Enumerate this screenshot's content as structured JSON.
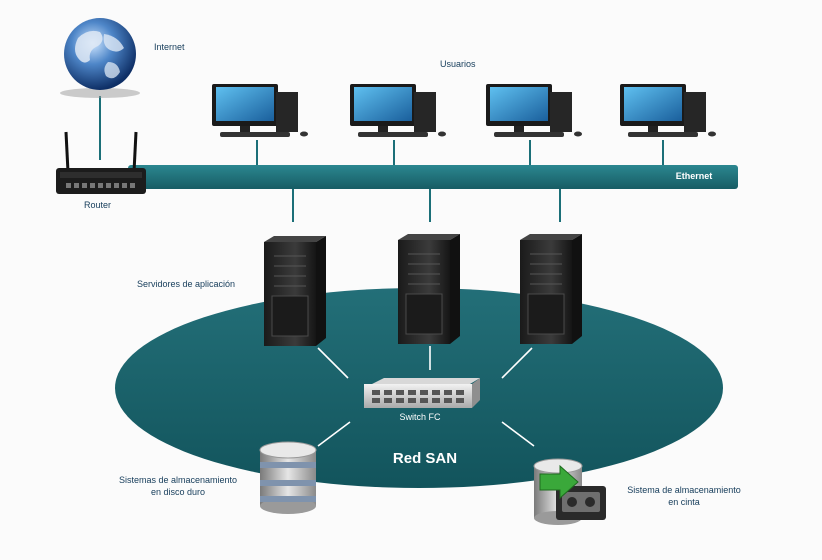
{
  "labels": {
    "internet": "Internet",
    "usuarios": "Usuarios",
    "router": "Router",
    "ethernet": "Ethernet",
    "servidores": "Servidores de aplicación",
    "switch": "Switch FC",
    "red_san": "Red SAN",
    "disco_line1": "Sistemas de almacenamiento",
    "disco_line2": "en disco duro",
    "cinta_line1": "Sistema de almacenamiento",
    "cinta_line2": "en cinta"
  },
  "colors": {
    "network_teal": "#1b6f78",
    "label_text": "#153c5a",
    "server_body": "#2b2b2b",
    "monitor_screen": "#2a8fd0",
    "tape_arrow": "#3aa83a"
  },
  "icons": [
    "globe-icon",
    "router-icon",
    "desktop-computer-icon",
    "server-tower-icon",
    "fc-switch-icon",
    "disk-storage-icon",
    "tape-storage-icon"
  ]
}
